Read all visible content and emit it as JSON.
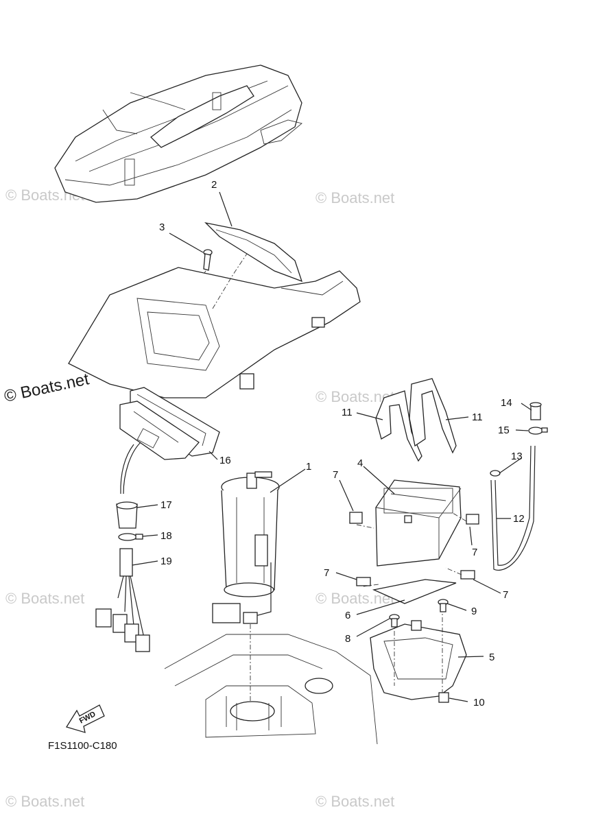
{
  "watermark": {
    "text": "© Boats.net",
    "text_dark": "© Boats.net"
  },
  "figure_code": "F1S1100-C180",
  "fwd_label": "FWD",
  "callouts": {
    "c1": "1",
    "c2": "2",
    "c3": "3",
    "c4": "4",
    "c5": "5",
    "c6": "6",
    "c7a": "7",
    "c7b": "7",
    "c7c": "7",
    "c7d": "7",
    "c8": "8",
    "c9": "9",
    "c10": "10",
    "c11a": "11",
    "c11b": "11",
    "c12": "12",
    "c13": "13",
    "c14": "14",
    "c15": "15",
    "c16": "16",
    "c17": "17",
    "c18": "18",
    "c19": "19"
  },
  "colors": {
    "line": "#222222",
    "watermark": "#c9c9c9"
  }
}
